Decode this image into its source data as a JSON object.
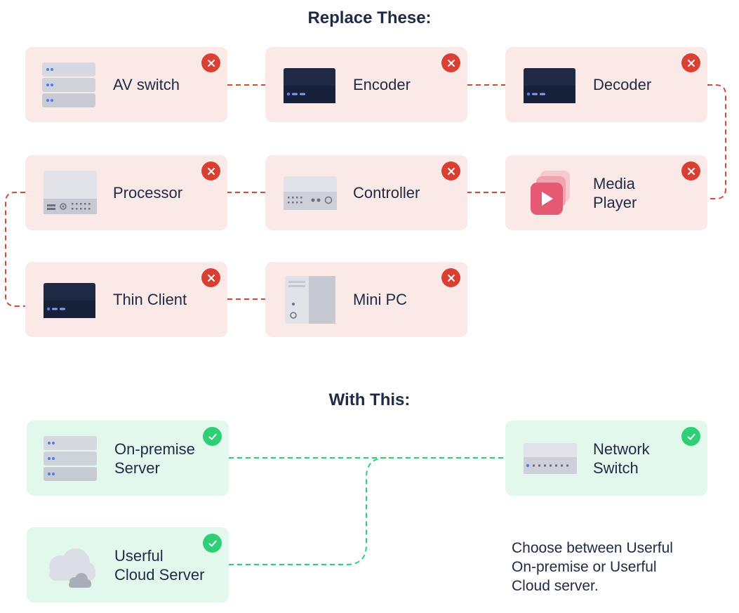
{
  "headings": {
    "replace": "Replace These:",
    "with": "With This:"
  },
  "replace_devices": [
    {
      "label": "AV switch",
      "icon": "server-rack-icon",
      "status": "remove-icon"
    },
    {
      "label": "Encoder",
      "icon": "dark-box-device-icon",
      "status": "remove-icon"
    },
    {
      "label": "Decoder",
      "icon": "dark-box-device-icon",
      "status": "remove-icon"
    },
    {
      "label": "Processor",
      "icon": "processor-unit-icon",
      "status": "remove-icon"
    },
    {
      "label": "Controller",
      "icon": "controller-unit-icon",
      "status": "remove-icon"
    },
    {
      "label": "Media\nPlayer",
      "icon": "media-player-icon",
      "status": "remove-icon"
    },
    {
      "label": "Thin Client",
      "icon": "dark-box-device-icon",
      "status": "remove-icon"
    },
    {
      "label": "Mini PC",
      "icon": "tower-pc-icon",
      "status": "remove-icon"
    }
  ],
  "with_devices": [
    {
      "label": "On-premise\nServer",
      "icon": "server-rack-icon",
      "status": "check-icon"
    },
    {
      "label": "Network\nSwitch",
      "icon": "network-switch-icon",
      "status": "check-icon"
    },
    {
      "label": "Userful\nCloud Server",
      "icon": "cloud-icon",
      "status": "check-icon"
    }
  ],
  "note": {
    "line1": "Choose between Userful",
    "line2": "On-premise or Userful",
    "line3": "Cloud server."
  },
  "colors": {
    "remove_card_bg": "#fbe9e7",
    "keep_card_bg": "#e3f8ec",
    "remove_accent": "#d93f33",
    "keep_accent": "#2fcf78",
    "text": "#1f2a44"
  }
}
